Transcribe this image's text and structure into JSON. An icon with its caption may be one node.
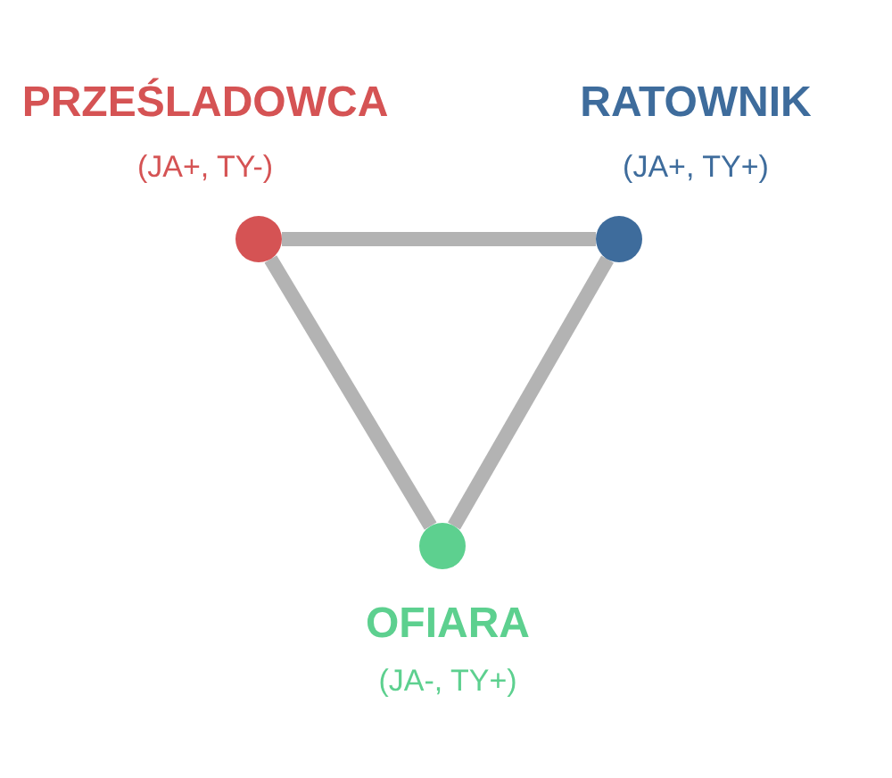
{
  "diagram": {
    "nodes": [
      {
        "text": [
          "PRZEŚLADOWCA",
          "(JA+, TY-)"
        ]
      },
      {
        "text": [
          "RATOWNIK",
          "(JA+, TY+)"
        ]
      },
      {
        "text": [
          "OFIARA",
          "(JA-, TY+)"
        ]
      }
    ],
    "edges": [
      {
        "from": 0,
        "to": 1,
        "arrow": "none"
      },
      {
        "from": 1,
        "to": 2,
        "arrow": "none"
      },
      {
        "from": 2,
        "to": 0,
        "arrow": "none"
      }
    ]
  }
}
